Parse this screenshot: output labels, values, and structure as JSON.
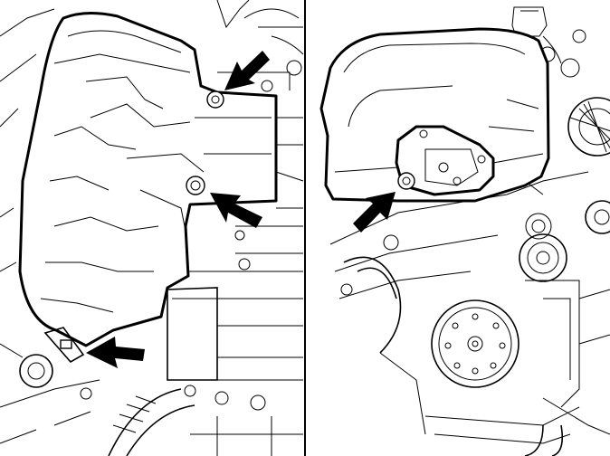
{
  "figure": {
    "panels": [
      {
        "id": "left",
        "callouts": 3
      },
      {
        "id": "right",
        "callouts": 1
      }
    ],
    "colors": {
      "line": "#000000",
      "background": "#ffffff"
    }
  }
}
